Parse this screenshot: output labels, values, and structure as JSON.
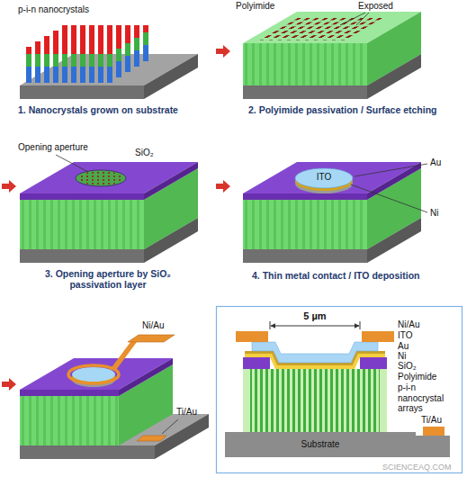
{
  "diagram": {
    "labels": [
      "p-i-n nanocrystals",
      "Polyimide",
      "Exposed",
      "1. Nanocrystals grown on substrate",
      "2. Polyimide passivation / Surface etching",
      "SiO₂",
      "Opening aperture",
      "ITO",
      "Au",
      "Ni",
      "3. Opening aperture by SiO₂ passivation layer",
      "4. Thin metal contact / ITO deposition",
      "Ni/Au",
      "Ti/Au",
      "5 µm",
      "Ni/Au",
      "ITO",
      "Au",
      "Ni",
      "SiO₂",
      "Polyimide",
      "p-i-n nanocrystal arrays",
      "Substrate",
      "Ti/Au",
      "SCIENCEAQ.COM"
    ]
  }
}
